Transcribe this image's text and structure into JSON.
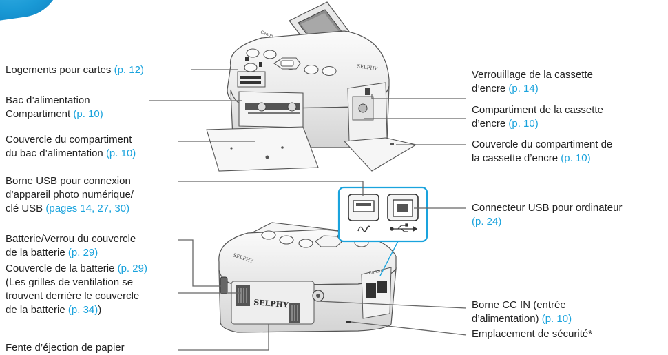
{
  "colors": {
    "accent": "#1aa3dd",
    "leader": "#666666",
    "callout_frame": "#1aa3dd"
  },
  "printer_text": {
    "brand": "Canon",
    "model": "SELPHY"
  },
  "labels": {
    "card_slots": {
      "text": "Logements pour cartes ",
      "ref": "(p. 12)"
    },
    "feed_tray_1": {
      "text": "Bac d’alimentation"
    },
    "feed_tray_2": {
      "text": "Compartiment ",
      "ref": "(p. 10)"
    },
    "tray_cover_1": {
      "text": "Couvercle du compartiment"
    },
    "tray_cover_2": {
      "text": "du bac d’alimentation ",
      "ref": "(p. 10)"
    },
    "usb_camera_1": {
      "text": "Borne USB pour connexion"
    },
    "usb_camera_2": {
      "text": "d’appareil photo numérique/"
    },
    "usb_camera_3": {
      "text": "clé USB ",
      "ref": "(pages 14, 27, 30)"
    },
    "battery_lock_1": {
      "text": "Batterie/Verrou du couvercle"
    },
    "battery_lock_2": {
      "text": "de la batterie ",
      "ref": "(p. 29)"
    },
    "battery_cover_1": {
      "text": "Couvercle de la batterie ",
      "ref": "(p. 29)"
    },
    "battery_cover_2": {
      "text": "(Les grilles de ventilation se"
    },
    "battery_cover_3": {
      "text": "trouvent derrière le couvercle"
    },
    "battery_cover_4": {
      "text": "de la batterie ",
      "ref": "(p. 34)",
      "tail": ")"
    },
    "paper_exit": {
      "text": "Fente d’éjection de papier"
    },
    "ink_lock_1": {
      "text": "Verrouillage de la cassette"
    },
    "ink_lock_2": {
      "text": "d’encre ",
      "ref": "(p. 14)"
    },
    "ink_comp_1": {
      "text": "Compartiment de la cassette"
    },
    "ink_comp_2": {
      "text": "d’encre ",
      "ref": "(p. 10)"
    },
    "ink_cover_1": {
      "text": "Couvercle du compartiment de"
    },
    "ink_cover_2": {
      "text": "la cassette d’encre ",
      "ref": "(p. 10)"
    },
    "usb_pc_1": {
      "text": "Connecteur USB pour ordinateur"
    },
    "usb_pc_2": {
      "ref": "(p. 24)"
    },
    "dc_in_1": {
      "text": "Borne CC IN (entrée"
    },
    "dc_in_2": {
      "text": "d’alimentation) ",
      "ref": "(p. 10)"
    },
    "security_slot": {
      "text": "Emplacement de sécurité*"
    }
  }
}
